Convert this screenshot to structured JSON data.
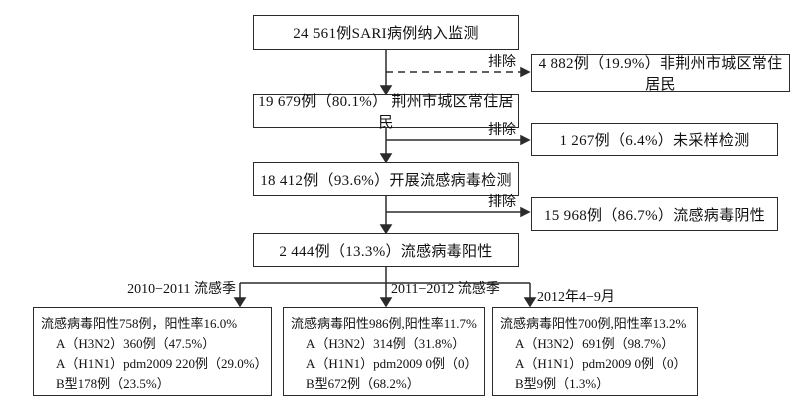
{
  "figure": {
    "background": "#ffffff",
    "line_color": "#2b2b2b",
    "text_color": "#111111"
  },
  "flow": {
    "main_boxes": [
      {
        "label": "24 561例SARI病例纳入监测"
      },
      {
        "label": "19 679例（80.1%） 荆州市城区常住居民"
      },
      {
        "label": "18 412例（93.6%）开展流感病毒检测"
      },
      {
        "label": "2 444例（13.3%）流感病毒阳性"
      }
    ],
    "exclusions": [
      {
        "connector_label": "排除",
        "label": "4 882例（19.9%）非荆州市城区常住居民",
        "line_style": "dashed"
      },
      {
        "connector_label": "排除",
        "label": "1 267例（6.4%）未采样检测",
        "line_style": "solid"
      },
      {
        "connector_label": "排除",
        "label": "15 968例（86.7%）流感病毒阴性",
        "line_style": "solid"
      }
    ],
    "branches": [
      {
        "period_label": "2010−2011 流感季",
        "lines": [
          "流感病毒阳性758例，阳性率16.0%",
          "A（H3N2）360例（47.5%）",
          "A（H1N1）pdm2009  220例（29.0%）",
          "B型178例（23.5%）"
        ]
      },
      {
        "period_label": "2011−2012 流感季",
        "lines": [
          "流感病毒阳性986例,阳性率11.7%",
          "A（H3N2）314例（31.8%）",
          "A（H1N1）pdm2009  0例（0）",
          "B型672例（68.2%）"
        ]
      },
      {
        "period_label": "2012年4−9月",
        "lines": [
          "流感病毒阳性700例,阳性率13.2%",
          "A（H3N2）691例（98.7%）",
          "A（H1N1）pdm2009 0例（0）",
          "B型9例（1.3%）"
        ]
      }
    ]
  }
}
